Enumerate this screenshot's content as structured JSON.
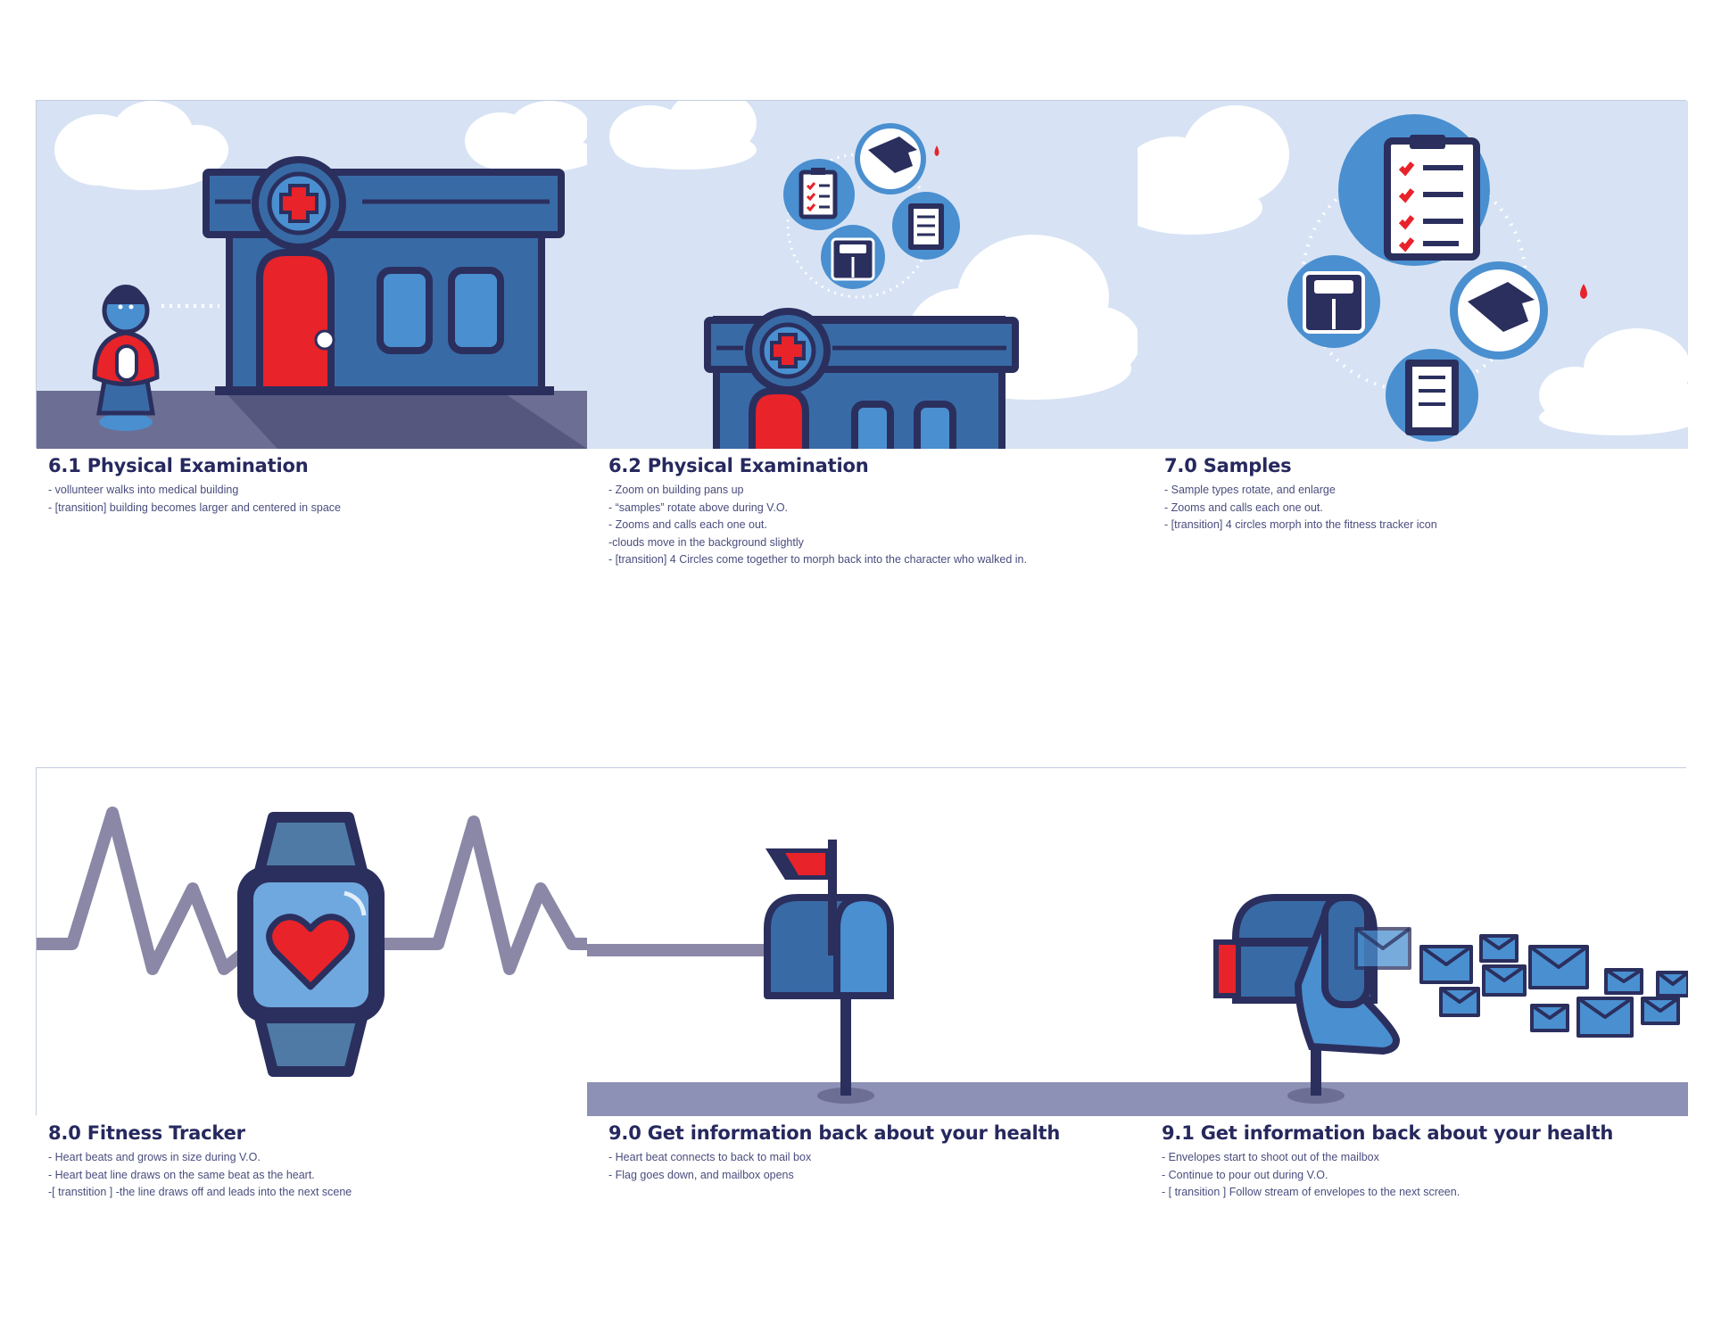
{
  "panels": [
    {
      "title": "6.1 Physical Examination",
      "notes": [
        "- vollunteer walks into medical building",
        "- [transition] building becomes larger and centered in space"
      ]
    },
    {
      "title": "6.2 Physical Examination",
      "notes": [
        "- Zoom on building pans up",
        "- “samples” rotate above during V.O.",
        "- Zooms and calls each one out.",
        "-clouds move in the background slightly",
        "- [transition] 4 Circles come together to morph back into the character who walked in."
      ]
    },
    {
      "title": "7.0 Samples",
      "notes": [
        "- Sample types rotate, and enlarge",
        "- Zooms and calls each one out.",
        "- [transition] 4 circles morph into the fitness tracker icon"
      ]
    },
    {
      "title": "8.0 Fitness Tracker",
      "notes": [
        "- Heart beats and grows in size during V.O.",
        "- Heart beat line draws on the same beat as the heart.",
        "-[ transtition ] -the line draws off and leads into the next scene"
      ]
    },
    {
      "title": "9.0 Get information back about your health",
      "notes": [
        "- Heart beat connects to back to mail box",
        "- Flag goes down, and mailbox opens"
      ]
    },
    {
      "title": "9.1 Get information back about your health",
      "notes": [
        "- Envelopes start to shoot out of the mailbox",
        "- Continue to pour out during V.O.",
        "- [ transition ]  Follow stream of envelopes to the next screen."
      ]
    }
  ],
  "colors": {
    "sky": "#d7e3f4",
    "cloud": "#ffffff",
    "navy": "#2b2f5e",
    "building_blue": "#386ba6",
    "light_blue": "#4a8fd0",
    "red": "#e8232a",
    "ground": "#8d8fb0",
    "line_gray": "#8a88a6"
  },
  "icons": [
    "hospital-building-icon",
    "volunteer-character-icon",
    "clipboard-icon",
    "finger-prick-icon",
    "scale-icon",
    "smartwatch-icon",
    "heart-icon",
    "mailbox-icon",
    "envelope-icon"
  ]
}
